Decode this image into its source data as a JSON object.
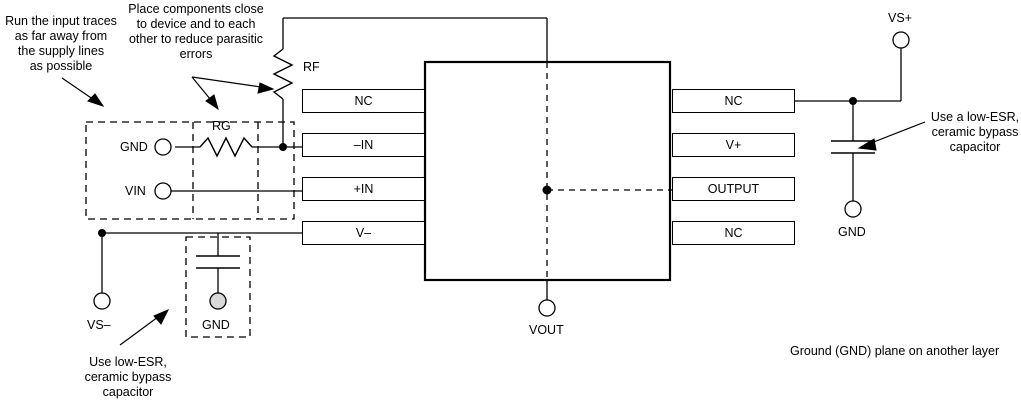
{
  "diagram": {
    "title": "Op-amp PCB layout recommendation schematic",
    "notes": [
      {
        "id": "input-traces-note",
        "text": "Run the input traces\nas far away from\nthe supply lines\nas possible"
      },
      {
        "id": "place-components-note",
        "text": "Place components close\nto device and to each\nother to reduce parasitic\nerrors"
      },
      {
        "id": "right-bypass-note",
        "text": "Use a low-ESR,\nceramic bypass\ncapacitor"
      },
      {
        "id": "left-bypass-note",
        "text": "Use low-ESR,\nceramic bypass\ncapacitor"
      },
      {
        "id": "ground-plane-note",
        "text": "Ground (GND) plane on another layer"
      }
    ],
    "left_pins": [
      {
        "label": "NC"
      },
      {
        "label": "–IN"
      },
      {
        "label": "+IN"
      },
      {
        "label": "V–"
      }
    ],
    "right_pins": [
      {
        "label": "NC"
      },
      {
        "label": "V+"
      },
      {
        "label": "OUTPUT"
      },
      {
        "label": "NC"
      }
    ],
    "components": [
      {
        "name": "feedback-resistor",
        "label": "RF"
      },
      {
        "name": "gain-resistor",
        "label": "RG"
      },
      {
        "name": "negative-supply-bypass-cap",
        "label": ""
      },
      {
        "name": "positive-supply-bypass-cap",
        "label": ""
      }
    ],
    "terminals": [
      {
        "name": "gnd-input-terminal",
        "label": "GND"
      },
      {
        "name": "vin-terminal",
        "label": "VIN"
      },
      {
        "name": "vs-minus-terminal",
        "label": "VS–"
      },
      {
        "name": "gnd-left-cap-terminal",
        "label": "GND"
      },
      {
        "name": "vout-terminal",
        "label": "VOUT"
      },
      {
        "name": "vs-plus-terminal",
        "label": "VS+"
      },
      {
        "name": "gnd-right-cap-terminal",
        "label": "GND"
      }
    ],
    "colors": {
      "line": "#000000",
      "background": "#ffffff",
      "gnd_fill": "#d9d9d9"
    }
  }
}
